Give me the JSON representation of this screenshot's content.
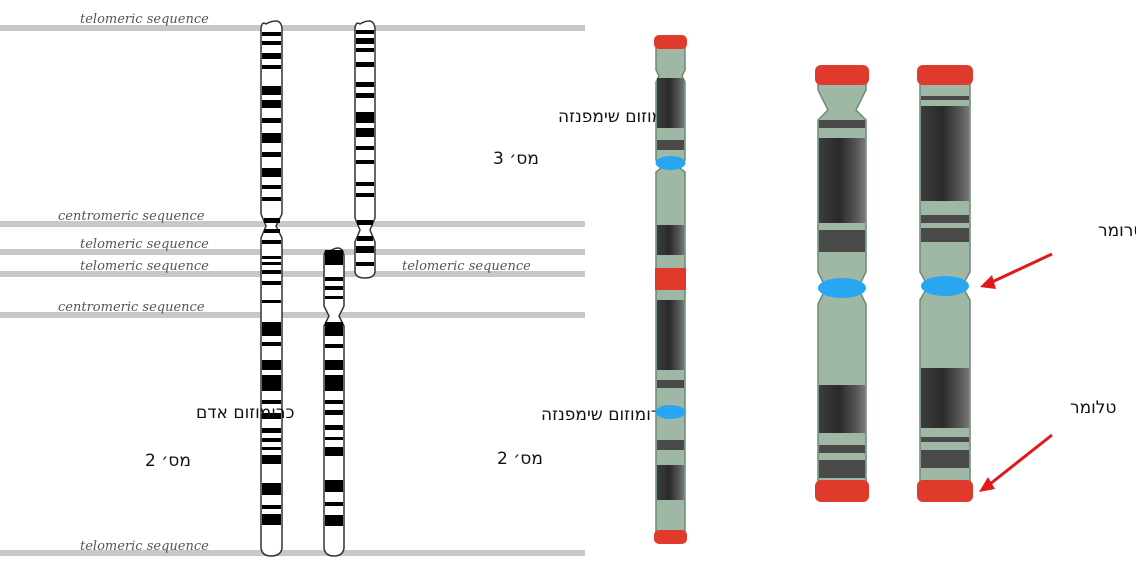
{
  "left_panel": {
    "lines": [
      {
        "label": "telomeric sequence"
      },
      {
        "label": "centromeric sequence"
      },
      {
        "label": "telomeric sequence"
      },
      {
        "label": "telomeric sequence"
      },
      {
        "label": "telomeric sequence"
      },
      {
        "label": "centromeric sequence"
      },
      {
        "label": "telomeric sequence"
      }
    ],
    "labels": {
      "chimp3_name": "כרומוזום שימפנזה",
      "chimp3_num": "מס׳ 3",
      "human_name": "כרומוזום אדם",
      "human_num": "מס׳ 2",
      "chimp2_name": "כרומוזום שימפנזה",
      "chimp2_num": "מס׳ 2"
    }
  },
  "right_panel": {
    "labels": {
      "centromere": "צנטרומר",
      "telomere": "טלומר"
    },
    "colors": {
      "body": "#9fb8a6",
      "telomere": "#e03a2c",
      "centromere": "#29a6f2",
      "arrow": "#e01a1a"
    }
  }
}
